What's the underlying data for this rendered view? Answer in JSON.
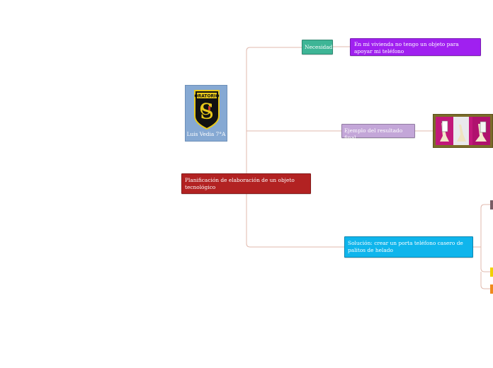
{
  "central_topic": "Planificación de elaboración de un objeto tecnológico",
  "author_node": {
    "logo_text": "ORATORIO",
    "caption": "Luis Vedia 7°A"
  },
  "branches": {
    "need": {
      "label": "Necesidad",
      "detail": "En mi vivienda no tengo un objeto para apoyar mi teléfono"
    },
    "example": {
      "label": "Ejemplo del resultado final"
    },
    "solution": {
      "label": "Solución: crear un porta teléfono casero de palitos de helado"
    }
  },
  "colors": {
    "central": "#b22222",
    "need": "#3eb596",
    "need_detail": "#a020f0",
    "example": "#c3a6d8",
    "solution": "#0fb5ec",
    "connector": "#e0b9ad",
    "logo_bg": "#86a9d3",
    "photo_frame": "#7b6c29"
  },
  "icons": [
    "oratorio-logo-icon",
    "phone-stand-photo"
  ]
}
